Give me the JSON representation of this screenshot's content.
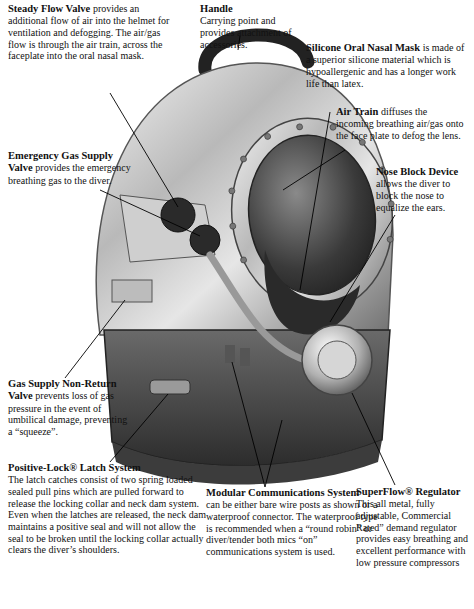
{
  "diagram": {
    "labels": [
      "Steady Flow Valve",
      "provides an additional flow of air into the helmet for ventilation and defogging. The air/gas flow is through the air train, across the faceplate into the oral nasal mask.",
      "Handle",
      "Carrying point and provides attachment of accessories.",
      "Silicone Oral Nasal Mask",
      "is made of a superior silicone material which is hypoallergenic and has a longer work life than latex.",
      "Air Train",
      "diffuses the incoming breathing air/gas onto the face plate to defog the lens.",
      "Emergency Gas Supply Valve",
      "provides the emergency breathing gas to the diver.",
      "Nose Block Device",
      "allows the diver to block the nose to equalize the ears.",
      "Gas Supply Non-Return Valve",
      "prevents loss of gas pressure in the event of umbilical damage, preventing a “squeeze”.",
      "Positive-Lock® Latch System",
      "The latch catches consist of two spring loaded sealed pull pins which are pulled forward to release the locking collar and neck dam system. Even when the latches are released, the neck dam maintains a positive seal and will not allow the seal to be broken until the locking collar actually clears the diver’s shoulders.",
      "SuperFlow® Regulator",
      "This all metal, fully adjustable, Commercial Rated” demand regulator provides easy breathing and excellent performance with low pressure compressors",
      "Modular Communications System",
      "can be either bare wire posts as shown or a waterproof connector. The waterproof type is recommended when a “round robin” or diver/tender both mics “on” communications system is used."
    ]
  }
}
